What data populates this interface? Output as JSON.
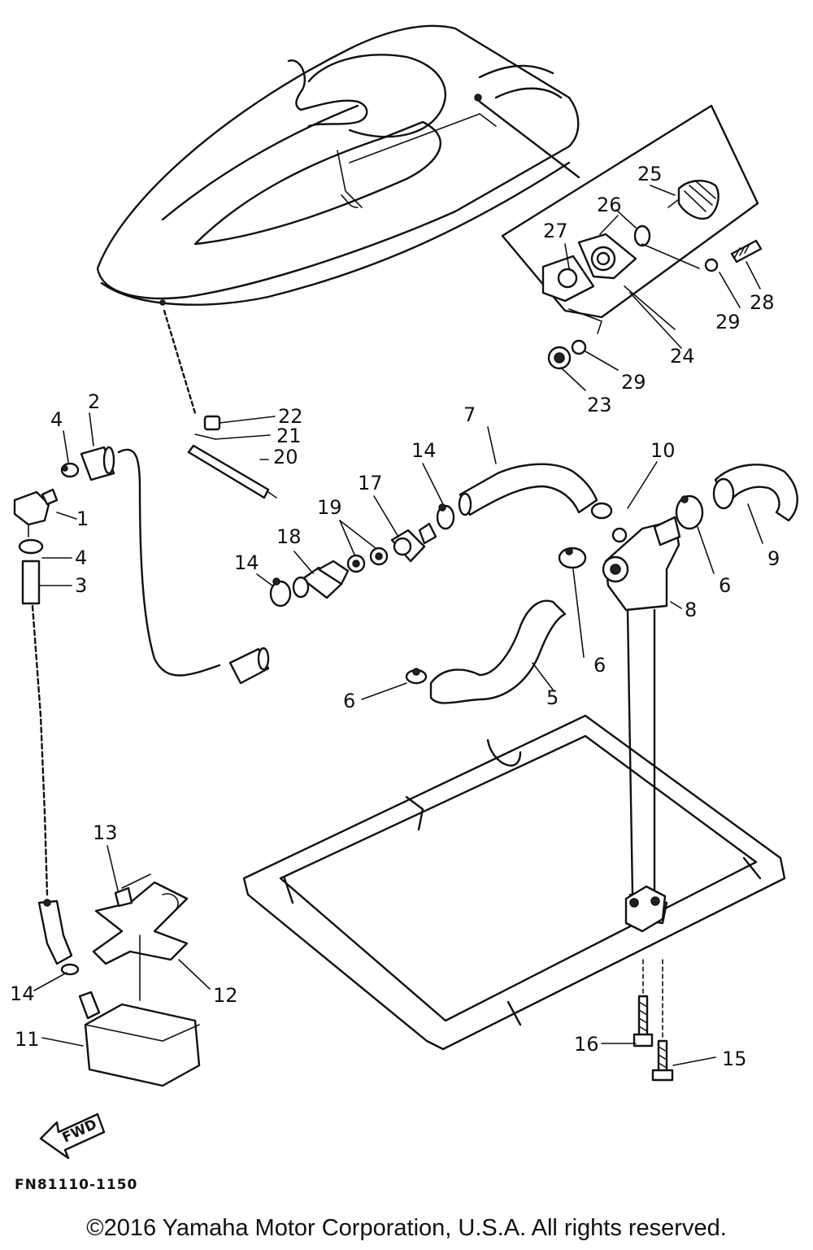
{
  "callouts": {
    "c1": "1",
    "c2": "2",
    "c3": "3",
    "c4a": "4",
    "c4b": "4",
    "c5": "5",
    "c6a": "6",
    "c6b": "6",
    "c6c": "6",
    "c7": "7",
    "c8": "8",
    "c9": "9",
    "c10": "10",
    "c11": "11",
    "c12": "12",
    "c13": "13",
    "c14a": "14",
    "c14b": "14",
    "c14c": "14",
    "c15": "15",
    "c16": "16",
    "c17": "17",
    "c18": "18",
    "c19": "19",
    "c20": "20",
    "c21": "21",
    "c22": "22",
    "c23": "23",
    "c24": "24",
    "c25": "25",
    "c26": "26",
    "c27": "27",
    "c28": "28",
    "c29a": "29",
    "c29b": "29"
  },
  "fwd_label": "FWD",
  "figure_code": "FN81110-1150",
  "copyright": "©2016 Yamaha Motor Corporation, U.S.A. All rights reserved."
}
